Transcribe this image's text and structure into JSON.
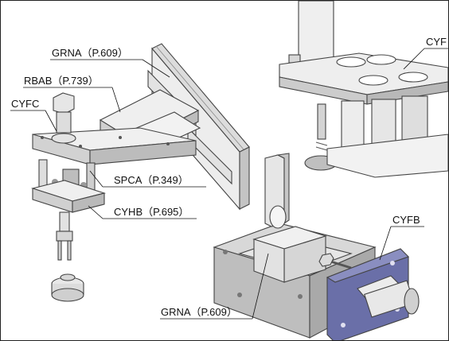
{
  "callouts": {
    "grna_top": "GRNA（P.609）",
    "rbab": "RBAB（P.739）",
    "cyfc": "CYFC",
    "spca": "SPCA（P.349）",
    "cyhb": "CYHB（P.695）",
    "cyf": "CYF",
    "cyfb": "CYFB",
    "grna_bottom": "GRNA（P.609）"
  },
  "colors": {
    "metal_light": "#ececec",
    "metal_mid": "#d6d6d6",
    "metal_dark": "#b4b4b4",
    "plate_blue": "#6a6fa8",
    "outline": "#444444"
  }
}
